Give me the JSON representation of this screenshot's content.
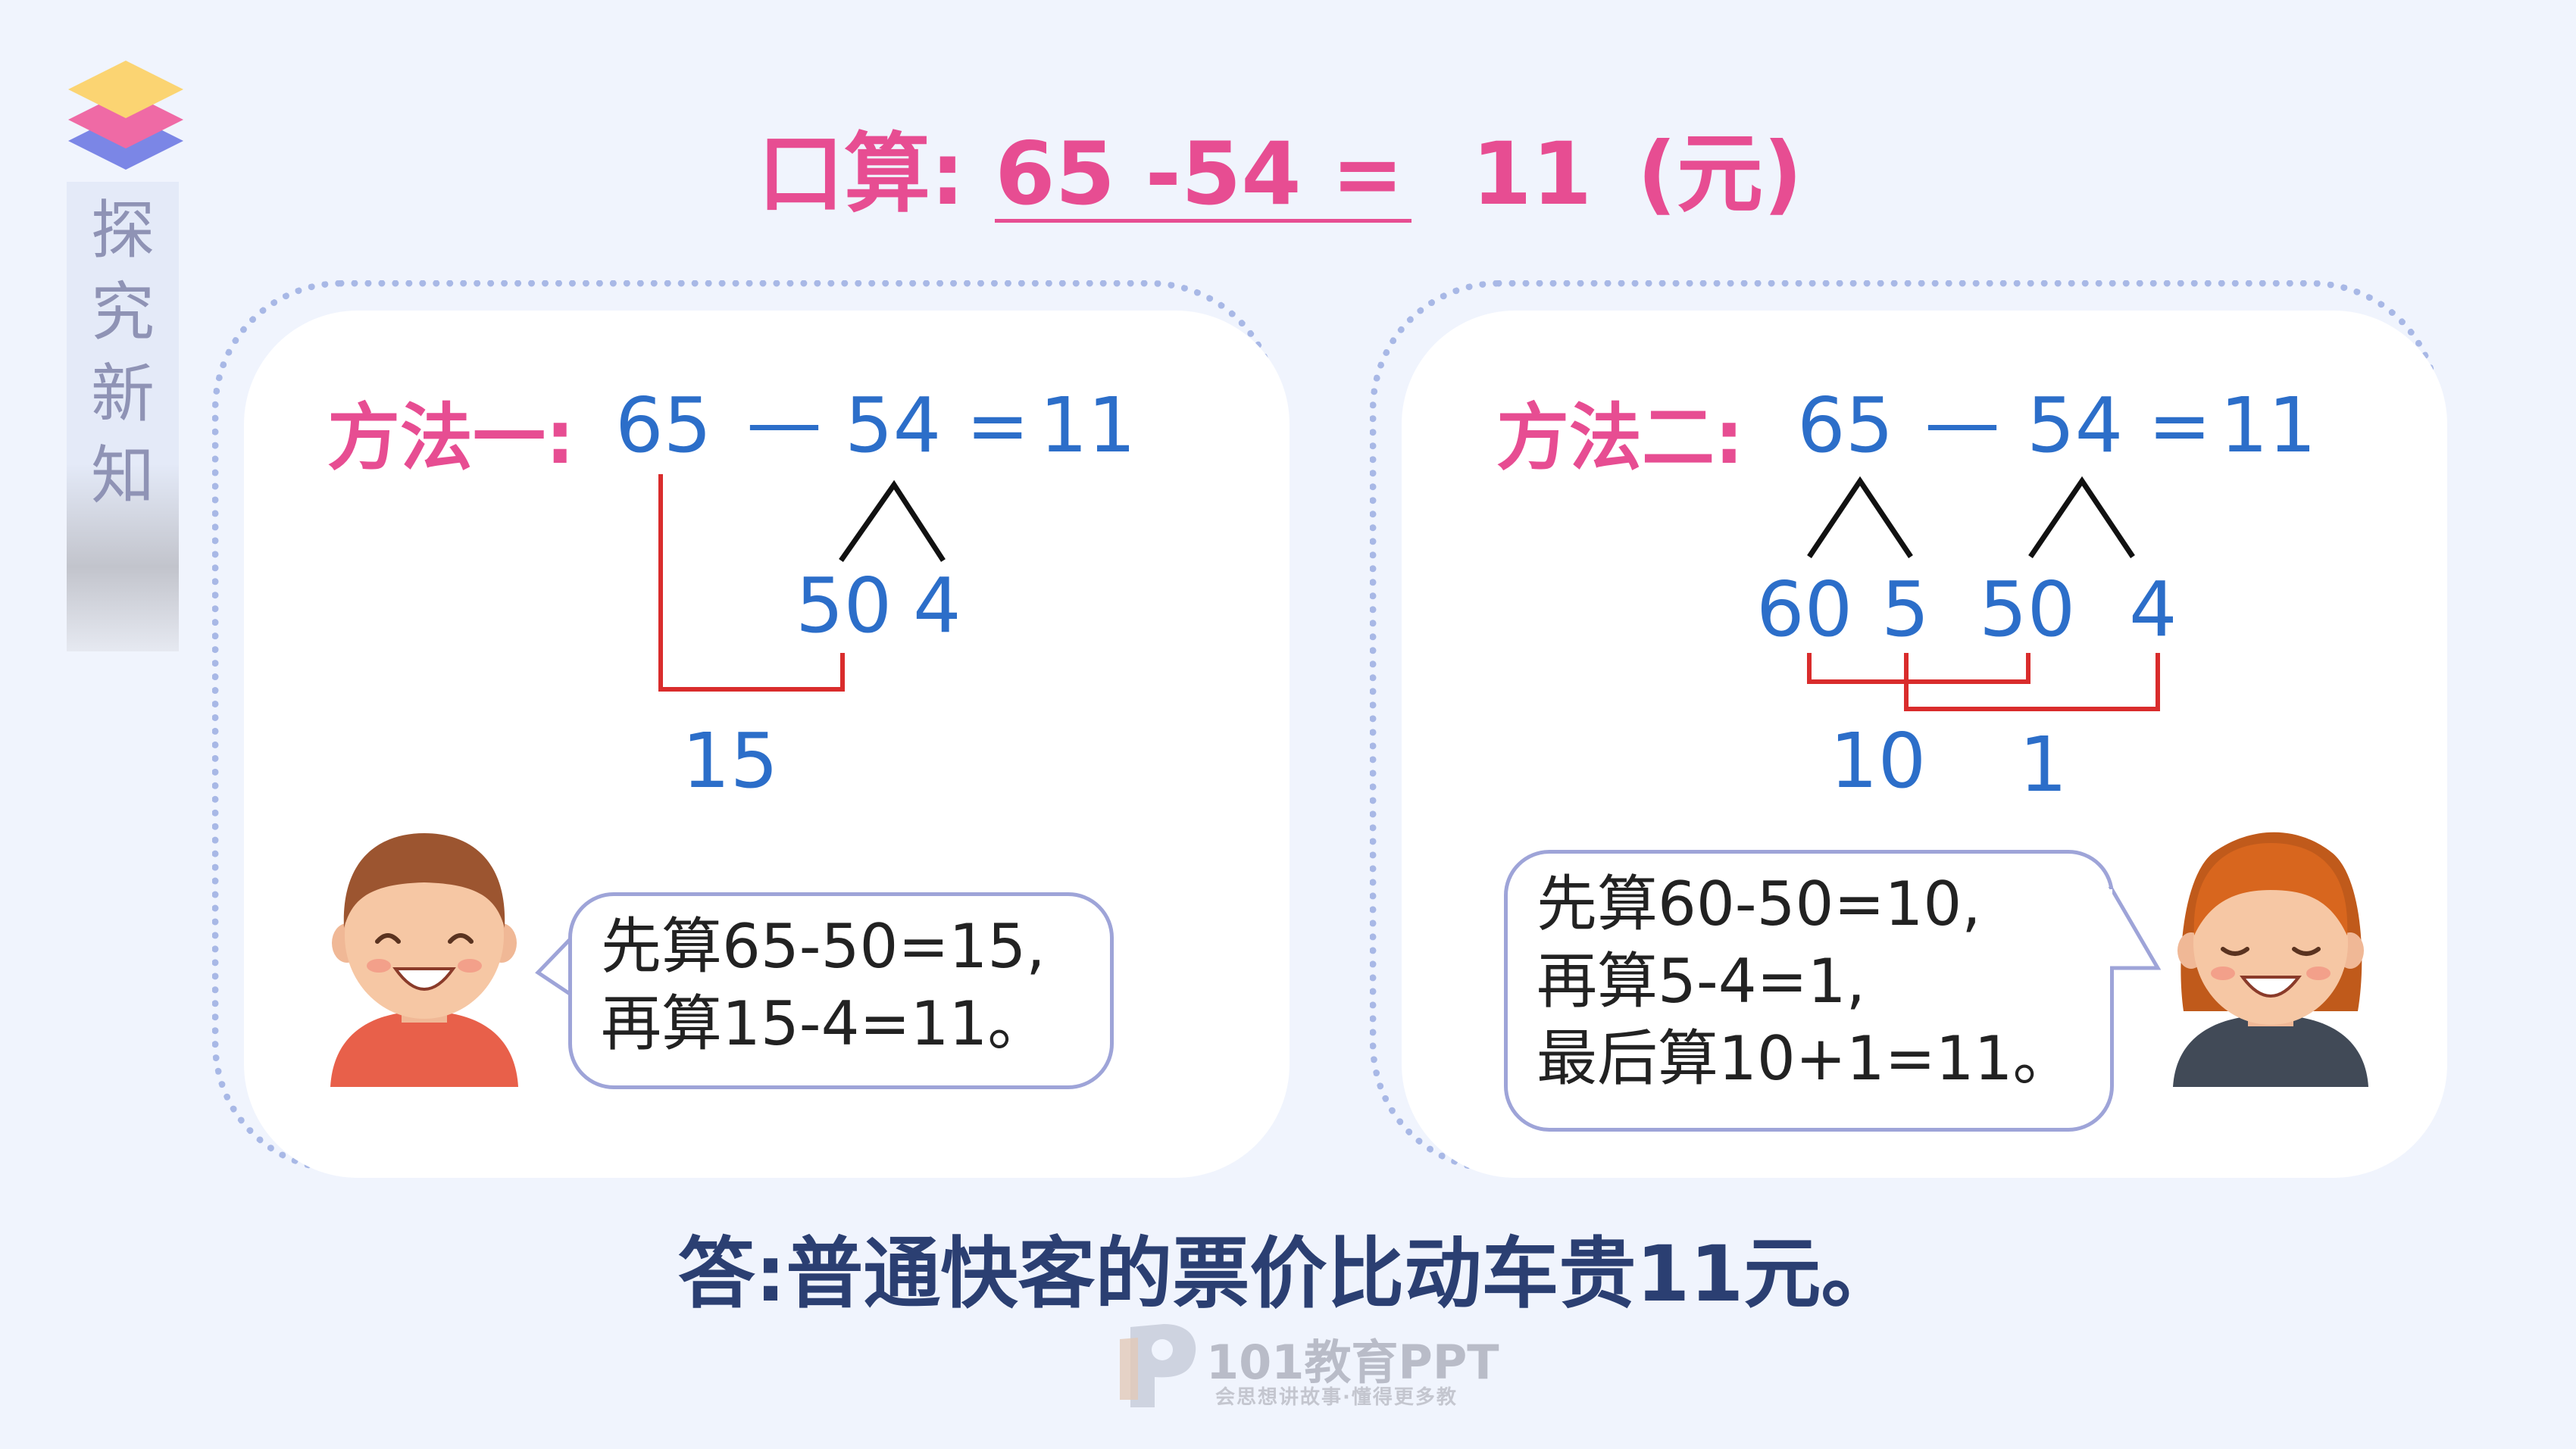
{
  "side": {
    "title_chars": [
      "探",
      "究",
      "新",
      "知"
    ]
  },
  "headline": {
    "label": "口算:",
    "blank": "65 -54 =",
    "result": "11",
    "unit": "(元)"
  },
  "method1": {
    "label": "方法一:",
    "equation": {
      "a": "65",
      "op": "—",
      "b": "54",
      "eq": "=",
      "result": "11"
    },
    "split": [
      "50",
      "4"
    ],
    "partial": "15",
    "bubble_lines": [
      "先算65-50=15,",
      "再算15-4=11。"
    ]
  },
  "method2": {
    "label": "方法二:",
    "equation": {
      "a": "65",
      "op": "—",
      "b": "54",
      "eq": "=",
      "result": "11"
    },
    "split": [
      "60",
      "5",
      "50",
      "4"
    ],
    "partials": [
      "10",
      "1"
    ],
    "bubble_lines": [
      "先算60-50=10,",
      "再算5-4=1,",
      "最后算10+1=11。"
    ]
  },
  "answer": "答:普通快客的票价比动车贵11元。",
  "watermark": {
    "brand": "101教育PPT",
    "tagline": "会思想讲故事·懂得更多教"
  },
  "colors": {
    "pink": "#e74d92",
    "blue": "#2c6ec9",
    "red_bracket": "#d92c2c",
    "navy": "#2b3f72"
  }
}
